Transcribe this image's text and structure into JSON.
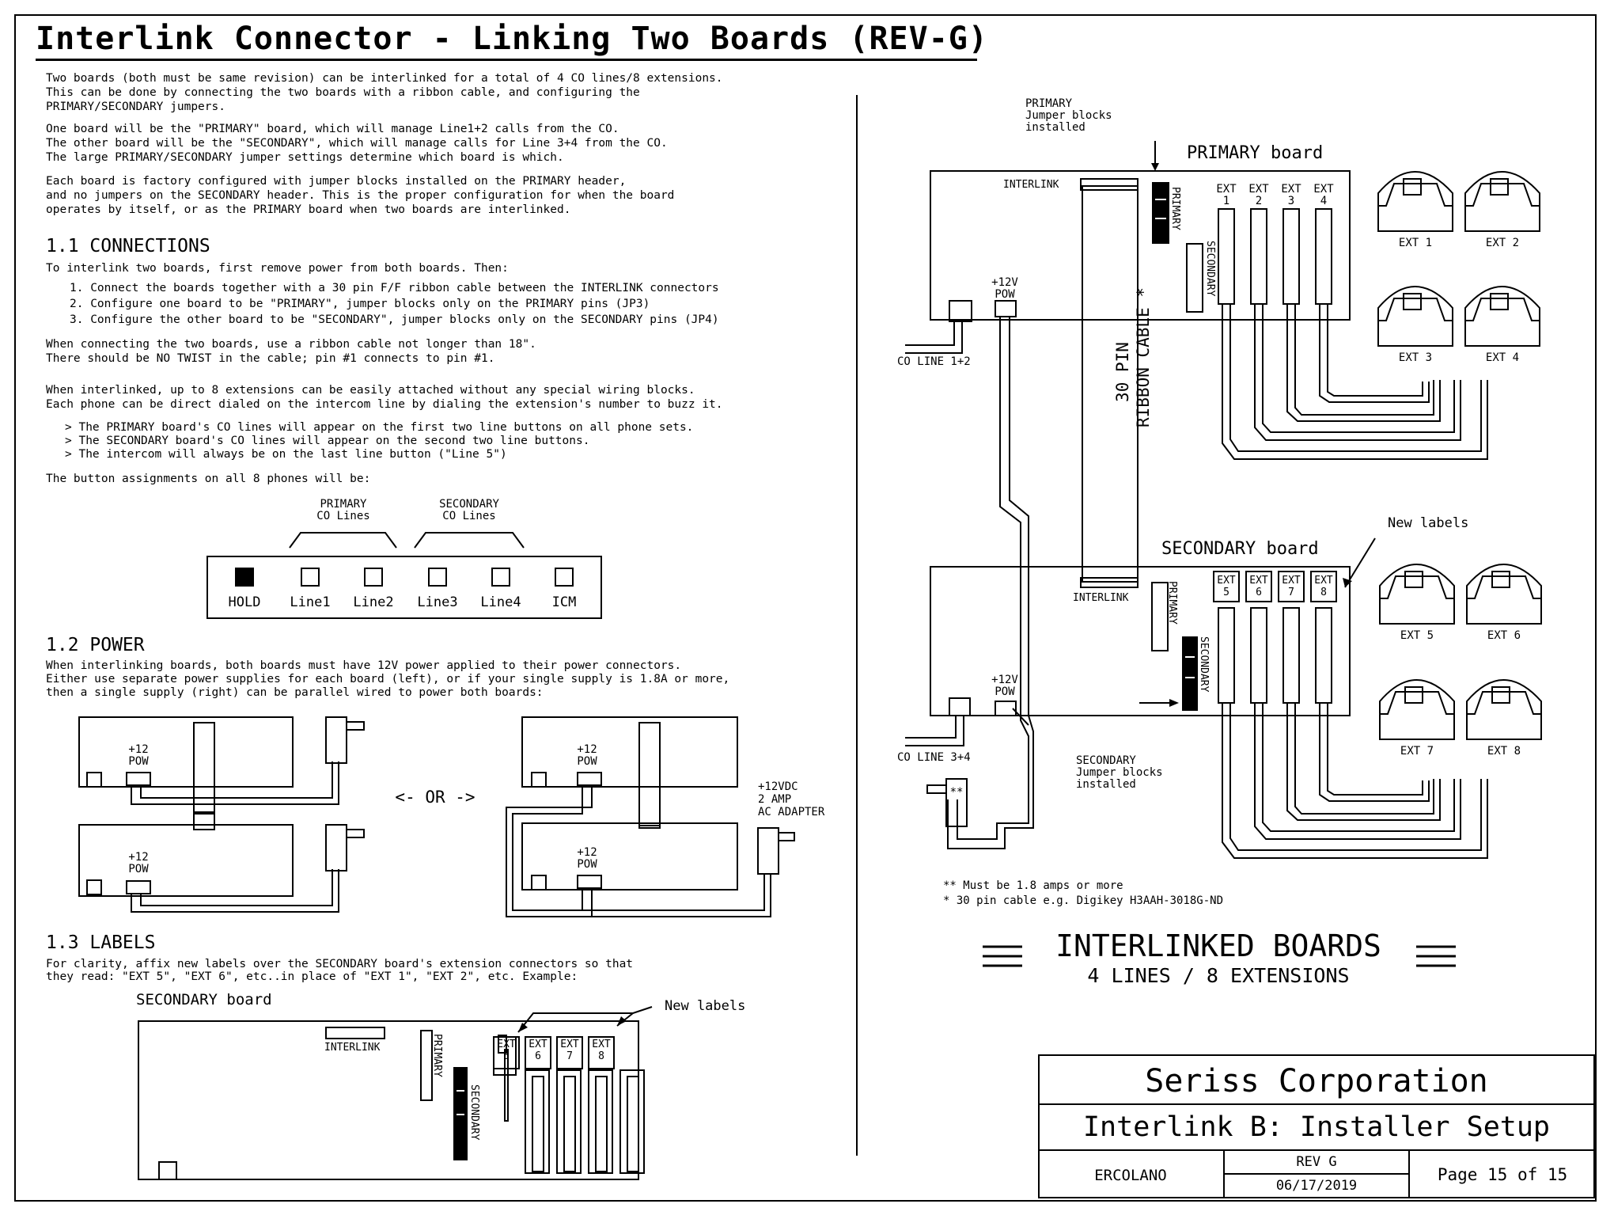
{
  "title": "Interlink Connector - Linking Two Boards (REV-G)",
  "intro": [
    "Two boards (both must be same revision) can be interlinked for a total of 4 CO lines/8 extensions.",
    "This can be done by connecting the two boards with a ribbon cable, and configuring the",
    "PRIMARY/SECONDARY jumpers."
  ],
  "roles": [
    "One board will be the \"PRIMARY\" board, which will manage Line1+2 calls from the CO.",
    "The other board will be the \"SECONDARY\", which will manage calls for Line 3+4 from the CO.",
    "The large PRIMARY/SECONDARY jumper settings determine which board is which."
  ],
  "factory": [
    "Each board is factory configured with jumper blocks installed on the PRIMARY header,",
    "and no jumpers on the SECONDARY header. This is the proper configuration for when the board",
    "operates by itself, or as the PRIMARY board when two boards are interlinked."
  ],
  "sec1": {
    "heading": "1.1 CONNECTIONS",
    "lead": "To interlink two boards, first remove power from both boards. Then:",
    "steps": [
      "1. Connect the boards together with a 30 pin F/F ribbon cable between the INTERLINK connectors",
      "2. Configure one board to be \"PRIMARY\", jumper blocks only on the PRIMARY pins (JP3)",
      "3. Configure the other board to be \"SECONDARY\", jumper blocks only on the SECONDARY pins (JP4)"
    ],
    "cable": [
      "When connecting the two boards, use a ribbon cable not longer than 18\".",
      "There should be NO TWIST in the cable; pin #1 connects to pin #1."
    ],
    "ext": [
      "When interlinked, up to 8 extensions can be easily attached without any special wiring blocks.",
      "Each phone can be direct dialed on the intercom line by dialing the extension's number to buzz it."
    ],
    "bullets": [
      "> The PRIMARY board's CO lines will appear on the first two line buttons on all phone sets.",
      "> The SECONDARY board's CO lines will appear on the second two line buttons.",
      "> The intercom will always be on the last line button (\"Line 5\")"
    ],
    "assign": "The button assignments on all 8 phones will be:",
    "group_primary": [
      "PRIMARY",
      "CO Lines"
    ],
    "group_secondary": [
      "SECONDARY",
      "CO Lines"
    ],
    "buttons": [
      "HOLD",
      "Line1",
      "Line2",
      "Line3",
      "Line4",
      "ICM"
    ]
  },
  "sec2": {
    "heading": "1.2 POWER",
    "text": [
      "When interlinking boards, both boards must have 12V power applied to their power connectors.",
      "Either use separate power supplies for each board (left), or if your single supply is 1.8A or more,",
      "then a single supply (right) can be parallel wired to power both boards:"
    ],
    "pow_label": [
      "+12",
      "POW"
    ],
    "or_label": "<- OR ->",
    "adapter": [
      "+12VDC",
      "2 AMP",
      "AC ADAPTER"
    ]
  },
  "sec3": {
    "heading": "1.3 LABELS",
    "text": [
      "For clarity, affix new labels over the SECONDARY board's extension connectors so that",
      "they read: \"EXT 5\", \"EXT 6\", etc..in place of \"EXT 1\", \"EXT 2\", etc. Example:"
    ],
    "board_label": "SECONDARY board",
    "new_labels": "New labels",
    "interlink": "INTERLINK",
    "primary": "PRIMARY",
    "secondary": "SECONDARY",
    "ext_top": "EXT",
    "ext_nums": [
      "5",
      "6",
      "7",
      "8"
    ]
  },
  "right": {
    "primary_jumper_note": [
      "PRIMARY",
      "Jumper blocks",
      "installed"
    ],
    "primary_board": "PRIMARY board",
    "secondary_board": "SECONDARY board",
    "interlink": "INTERLINK",
    "primary": "PRIMARY",
    "secondary": "SECONDARY",
    "pow": [
      "+12V",
      "POW"
    ],
    "co_line_12": "CO LINE 1+2",
    "co_line_34": "CO LINE 3+4",
    "cable": [
      "30 PIN",
      "RIBBON CABLE *"
    ],
    "ext_top": "EXT",
    "ext_primary": [
      "1",
      "2",
      "3",
      "4"
    ],
    "ext_secondary": [
      "5",
      "6",
      "7",
      "8"
    ],
    "phones_primary": [
      "EXT 1",
      "EXT 2",
      "EXT 3",
      "EXT 4"
    ],
    "phones_secondary": [
      "EXT 5",
      "EXT 6",
      "EXT 7",
      "EXT 8"
    ],
    "new_labels": "New labels",
    "secondary_jumper_note": [
      "SECONDARY",
      "Jumper blocks",
      "installed"
    ],
    "adapter_mark": "**",
    "footnotes": [
      "** Must be 1.8 amps or more",
      "* 30 pin cable e.g. Digikey H3AAH-3018G-ND"
    ],
    "banner_title": "INTERLINKED BOARDS",
    "banner_sub": "4 LINES / 8 EXTENSIONS"
  },
  "titleblock": {
    "company": "Seriss Corporation",
    "doc": "Interlink B: Installer Setup",
    "author": "ERCOLANO",
    "rev": "REV G",
    "date": "06/17/2019",
    "page": "Page 15 of 15"
  }
}
